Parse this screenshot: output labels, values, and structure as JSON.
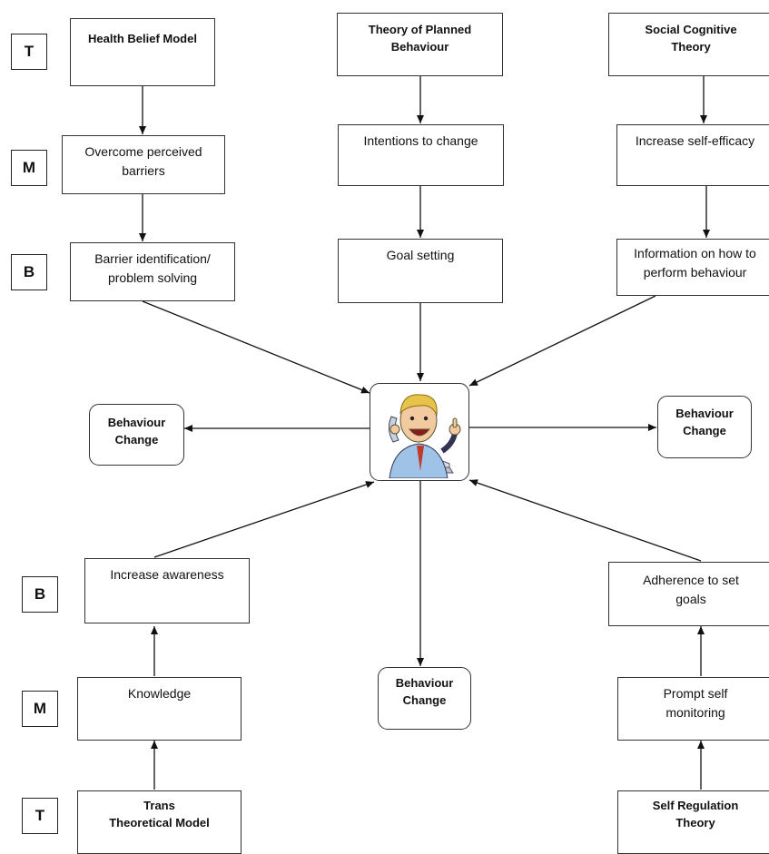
{
  "labels": {
    "t_top": "T",
    "m_top": "M",
    "b_top": "B",
    "b_bot": "B",
    "m_bot": "M",
    "t_bot": "T"
  },
  "theories": {
    "health_belief": "Health Belief Model",
    "planned_behaviour": "Theory of Planned\nBehaviour",
    "social_cognitive": "Social Cognitive\nTheory",
    "trans_theoretical": "Trans\nTheoretical Model",
    "self_regulation": "Self Regulation\nTheory"
  },
  "mechanisms": {
    "overcome_barriers": "Overcome perceived\nbarriers",
    "intentions": "Intentions to change",
    "self_efficacy": "Increase self-efficacy",
    "knowledge": "Knowledge",
    "self_monitoring": "Prompt self\nmonitoring"
  },
  "techniques": {
    "barrier_identification": "Barrier identification/\nproblem solving",
    "goal_setting": "Goal setting",
    "information_perform": "Information on how to\nperform behaviour",
    "increase_awareness": "Increase awareness",
    "adherence_goals": "Adherence to set\ngoals"
  },
  "outcomes": {
    "left": "Behaviour\nChange",
    "right": "Behaviour\nChange",
    "bottom": "Behaviour\nChange"
  },
  "center_image": "person-on-phone-thumbs-up-illustration"
}
